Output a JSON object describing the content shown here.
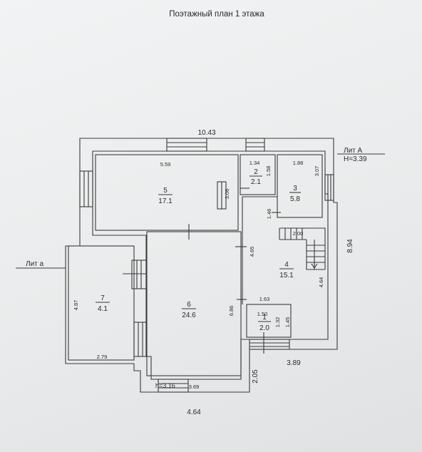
{
  "title": "Поэтажный план 1 этажа",
  "lit_big": {
    "label": "Лит А",
    "height": "H=3.39"
  },
  "lit_small": {
    "label": "Лит а"
  },
  "rooms": [
    {
      "num": "5",
      "area": "17.1"
    },
    {
      "num": "2",
      "area": "2.1"
    },
    {
      "num": "3",
      "area": "5.8"
    },
    {
      "num": "4",
      "area": "15.1"
    },
    {
      "num": "6",
      "area": "24.6"
    },
    {
      "num": "7",
      "area": "4.1"
    },
    {
      "num": "1",
      "area": "2.0"
    }
  ],
  "dims": {
    "total_width": "10.43",
    "r5_width": "5.59",
    "r2_width": "1.34",
    "r2_height": "1.58",
    "r3_width": "1.88",
    "r3_height": "3.07",
    "r5_height": "3.06",
    "r3_lower": "1.46",
    "stair": "2.00",
    "right_total": "8.94",
    "r4_height": "4.65",
    "r4_right": "4.64",
    "r1_top": "1.63",
    "r1_width": "1.50",
    "r1_height": "1.32",
    "r1_side": "1.45",
    "r6_height": "6.86",
    "r7_height": "4.87",
    "r7_width": "2.79",
    "r6_bottom": "3.69",
    "bottom_width": "4.64",
    "bottom_offset": "2.05",
    "right_bottom": "3.89"
  },
  "height_note": "h=3.16"
}
